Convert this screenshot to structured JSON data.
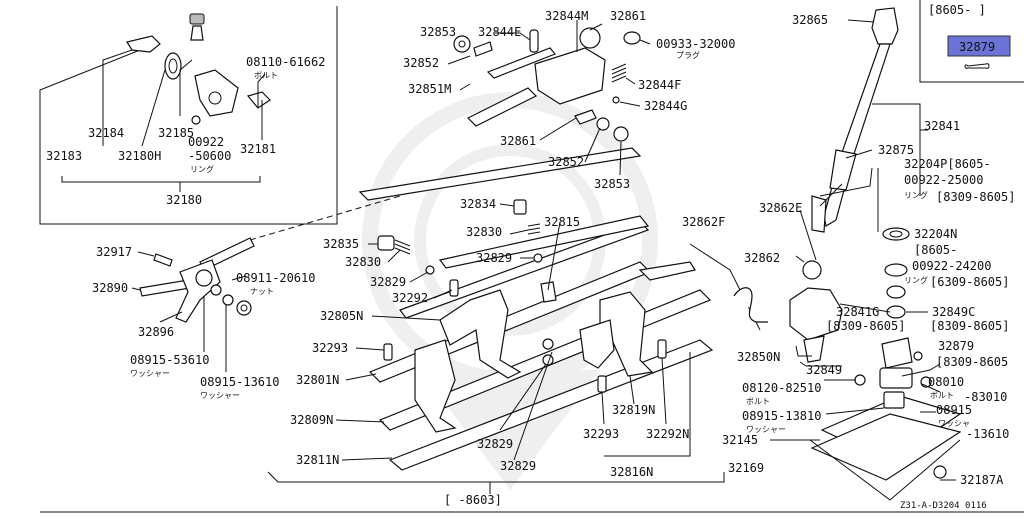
{
  "diagram_code": "Z31-A-D3204 0116",
  "highlighted_part": "32879",
  "labels": {
    "l_32183": "32183",
    "l_32180H": "32180H",
    "l_32184": "32184",
    "l_32185": "32185",
    "l_00922a": "00922",
    "l_50600": "-50600",
    "l_ring1": "リング",
    "l_32181": "32181",
    "l_32180": "32180",
    "l_08110": "08110-61662",
    "l_bolt1": "ボルト",
    "l_32853a": "32853",
    "l_32844E": "32844E",
    "l_32844M": "32844M",
    "l_32861a": "32861",
    "l_00933": "00933-32000",
    "l_plug": "プラグ",
    "l_32852a": "32852",
    "l_32851M": "32851M",
    "l_32844F": "32844F",
    "l_32844G": "32844G",
    "l_32861b": "32861",
    "l_32852b": "32852",
    "l_32853b": "32853",
    "l_32865": "32865",
    "l_8605top": "[8605-   ]",
    "l_32841": "32841",
    "l_32875": "32875",
    "l_32204P": "32204P[8605-",
    "l_00922b": "00922-25000",
    "l_ring2": "リング",
    "l_8309a": "[8309-8605]",
    "l_32862E": "32862E",
    "l_32204N": "32204N",
    "l_8605b": "[8605-",
    "l_00922c": "00922-24200",
    "l_ring3": "リング",
    "l_6309": "[6309-8605]",
    "l_32862F": "32862F",
    "l_32862": "32862",
    "l_32841G": "32841G",
    "l_32849C": "32849C",
    "l_8309b": "[8309-8605]",
    "l_8309c": "[8309-8605]",
    "l_32879b": "32879",
    "l_8309d": "[8309-8605",
    "l_32850N": "32850N",
    "l_32849": "32849",
    "l_08120": "08120-82510",
    "l_bolt2": "ボルト",
    "l_08010": "08010",
    "l_bolt3": "ボルト",
    "l_83010": "-83010",
    "l_08915a": "08915-13810",
    "l_washer1": "ワッシャー",
    "l_08915b": "08915",
    "l_washer2": "ワッシャ",
    "l_13610a": "-13610",
    "l_32145": "32145",
    "l_32169": "32169",
    "l_32187A": "32187A",
    "l_32834": "32834",
    "l_32815": "32815",
    "l_32835": "32835",
    "l_32830a": "32830",
    "l_32830b": "32830",
    "l_32829a": "32829",
    "l_32829b": "32829",
    "l_32292a": "32292",
    "l_32805N": "32805N",
    "l_32293a": "32293",
    "l_32801N": "32801N",
    "l_32809N": "32809N",
    "l_32811N": "32811N",
    "l_32829c": "32829",
    "l_32829d": "32829",
    "l_32293b": "32293",
    "l_32819N": "32819N",
    "l_32292N": "32292N",
    "l_32816N": "32816N",
    "l_8603": "[    -8603]",
    "l_32917": "32917",
    "l_32890": "32890",
    "l_32896": "32896",
    "l_08911": "08911-20610",
    "l_nut": "ナット",
    "l_08915c": "08915-53610",
    "l_washer3": "ワッシャー",
    "l_08915d": "08915-13610",
    "l_washer4": "ワッシャー"
  }
}
